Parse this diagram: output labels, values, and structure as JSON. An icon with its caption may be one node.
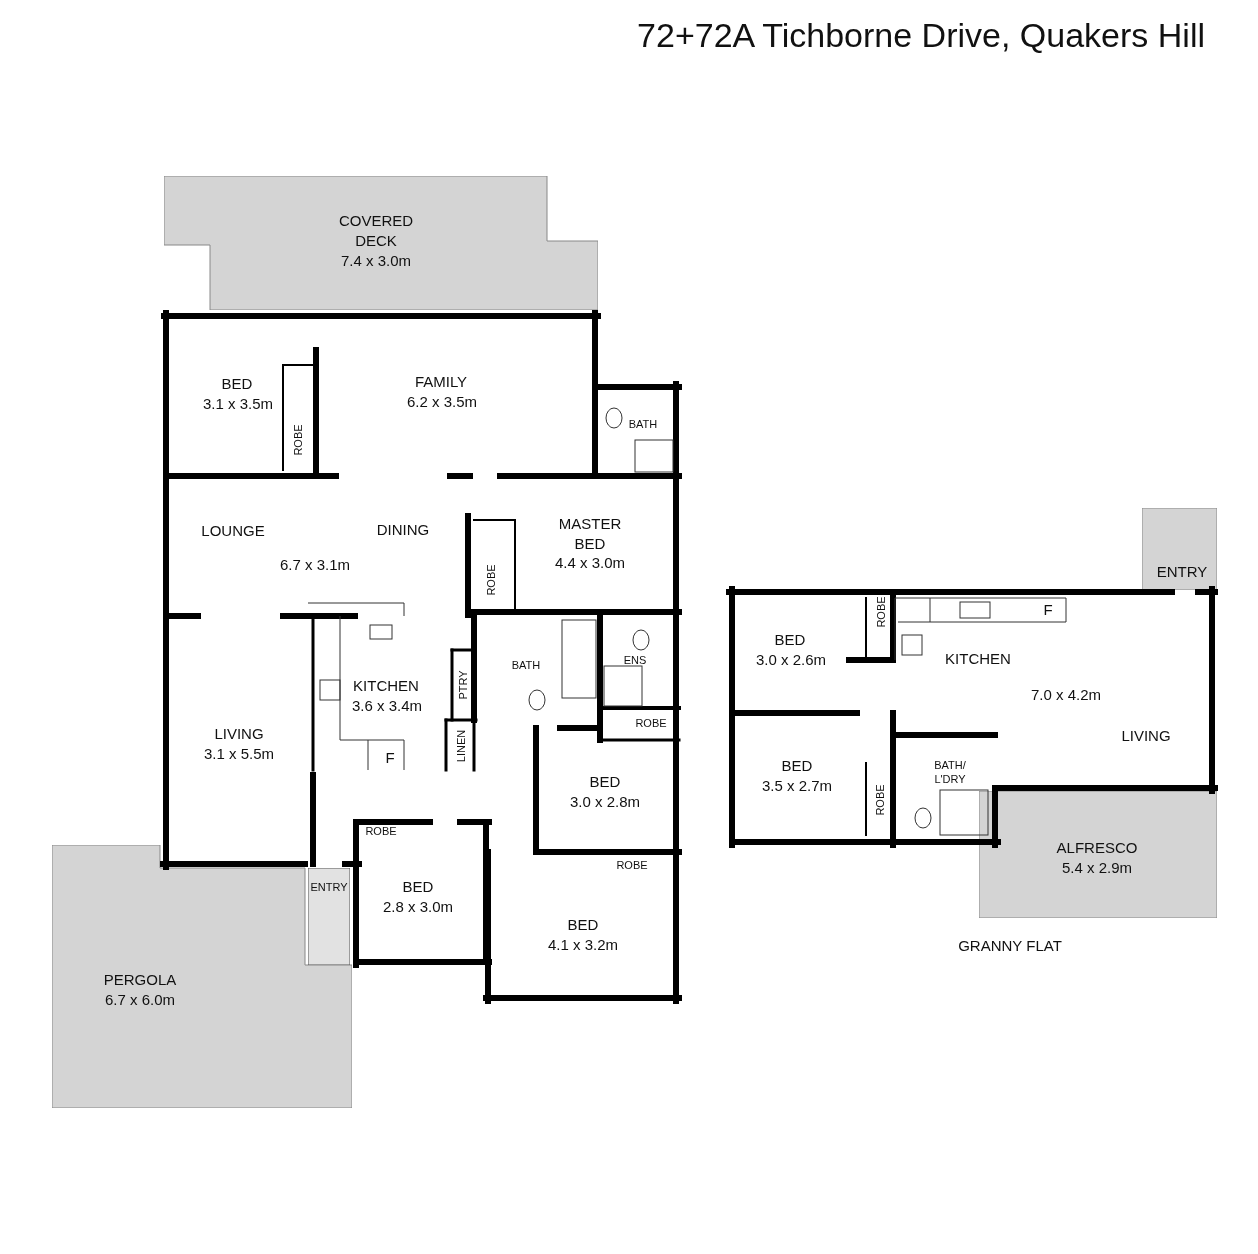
{
  "diagram": {
    "title": "72+72A Tichborne Drive, Quakers Hill",
    "nodes": [
      {
        "text": [
          "COVERED DECK",
          "7.4 x 3.0m"
        ]
      },
      {
        "text": [
          "ENTRY"
        ]
      },
      {
        "text": [
          "ALFRESCO",
          "5.4 x 2.9m"
        ]
      },
      {
        "text": [
          "PERGOLA",
          "6.7 x 6.0m"
        ]
      },
      {
        "text": [
          "ENTRY"
        ]
      }
    ],
    "labels": [
      "BED",
      "3.1 x 3.5m",
      "FAMILY",
      "6.2 x 3.5m",
      "BATH",
      "ROBE",
      "LOUNGE",
      "DINING",
      "MASTER BED",
      "4.4 x 3.0m",
      "6.7 x 3.1m",
      "ROBE",
      "BATH",
      "ENS",
      "KITCHEN",
      "PTRY",
      "3.6 x 3.4m",
      "ROBE",
      "LIVING",
      "3.1 x 5.5m",
      "LINEN",
      "F",
      "BED",
      "3.0 x 2.8m",
      "ROBE",
      "ROBE",
      "BED",
      "2.8 x 3.0m",
      "BED",
      "4.1 x 3.2m",
      "ROBE",
      "F",
      "BED",
      "3.0 x 2.6m",
      "KITCHEN",
      "7.0 x 4.2m",
      "LIVING",
      "BED",
      "BATH/ L'DRY",
      "3.5 x 2.7m",
      "ROBE",
      "GRANNY FLAT"
    ]
  }
}
